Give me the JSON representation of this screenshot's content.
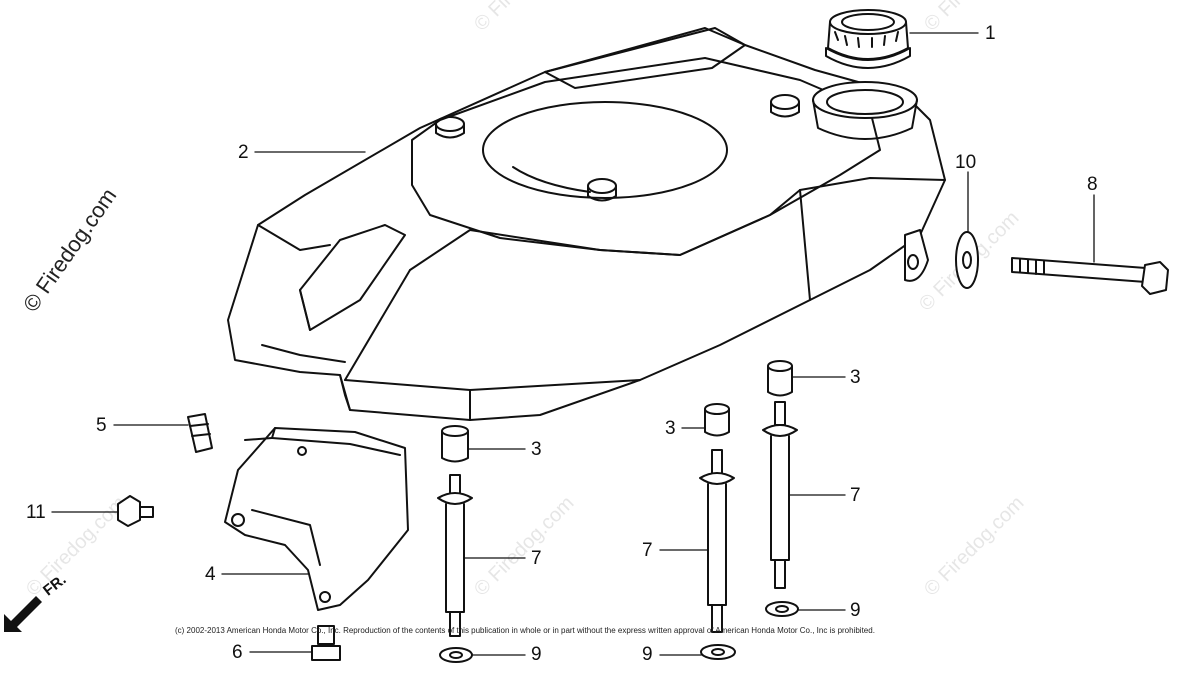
{
  "diagram": {
    "callouts": {
      "c1": "1",
      "c2": "2",
      "c3a": "3",
      "c3b": "3",
      "c3c": "3",
      "c4": "4",
      "c5": "5",
      "c6": "6",
      "c7a": "7",
      "c7b": "7",
      "c7c": "7",
      "c8": "8",
      "c9a": "9",
      "c9b": "9",
      "c9c": "9",
      "c10": "10",
      "c11": "11"
    },
    "direction_label": "FR.",
    "watermark": "© Firedog.com",
    "copyright": "(c) 2002-2013 American Honda Motor Co., Inc. Reproduction of the contents of this publication in whole or in part without the express written approval of American Honda Motor Co., Inc is prohibited."
  }
}
